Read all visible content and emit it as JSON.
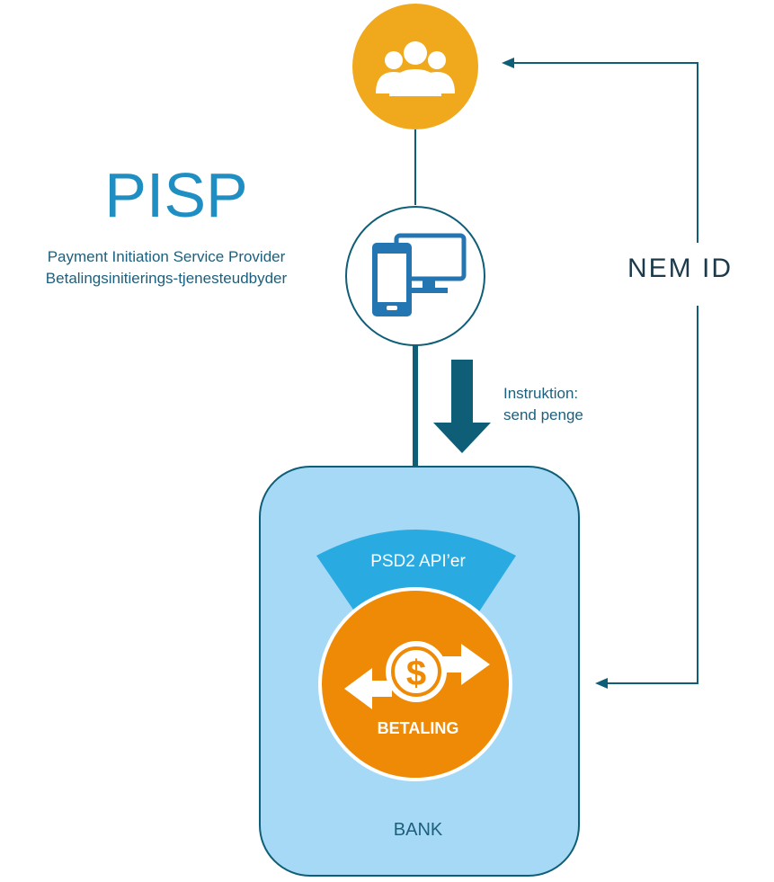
{
  "pisp": {
    "acronym": "PISP",
    "name_en": "Payment Initiation Service Provider",
    "name_da": "Betalingsinitierings-tjenesteudbyder"
  },
  "instruction": {
    "line1": "Instruktion:",
    "line2": "send penge"
  },
  "auth": {
    "label": "NEM ID"
  },
  "bank": {
    "api_label": "PSD2 API’er",
    "payment_label": "BETALING",
    "label": "BANK"
  },
  "colors": {
    "user_circle": "#f0a91c",
    "connector": "#0f5e78",
    "arrow": "#0f5e78",
    "bank_fill": "#a6d9f5",
    "api_band": "#29abe2",
    "payment_circle": "#ee8a06"
  },
  "icons": {
    "users": "users-icon",
    "devices": "devices-icon",
    "payment": "dollar-exchange-icon"
  }
}
